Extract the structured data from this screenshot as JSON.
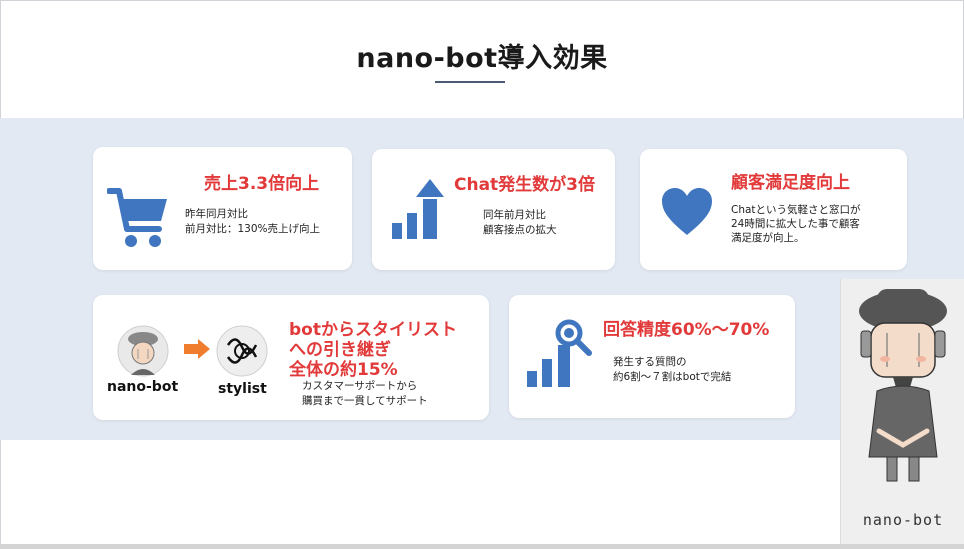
{
  "title": "nano-bot導入効果",
  "colors": {
    "accent_red": "#e23a3a",
    "icon_blue": "#3f76bf",
    "band": "#e2e9f2",
    "arrow_orange": "#ef7d2d"
  },
  "cards": [
    {
      "icon": "shopping-cart-icon",
      "heading": "売上3.3倍向上",
      "lines": [
        "昨年同月対比",
        "前月対比：130%売上げ向上"
      ]
    },
    {
      "icon": "bar-chart-arrow-up-icon",
      "heading": "Chat発生数が3倍",
      "lines": [
        "同年前月対比",
        "顧客接点の拡大"
      ]
    },
    {
      "icon": "heart-icon",
      "heading": "顧客満足度向上",
      "lines": [
        "Chatという気軽さと窓口が",
        "24時間に拡大した事で顧客",
        "満足度が向上。"
      ]
    },
    {
      "icon": "handoff-flow-icon",
      "from_label": "nano-bot",
      "to_label": "stylist",
      "heading_lines": [
        "botからスタイリスト",
        "への引き継ぎ",
        "全体の約15%"
      ],
      "lines": [
        "カスタマーサポートから",
        "購買まで一貫してサポート"
      ]
    },
    {
      "icon": "magnifier-chart-icon",
      "heading": "回答精度60%〜70%",
      "lines": [
        "発生する質問の",
        "約6割〜７割はbotで完結"
      ]
    }
  ],
  "mascot": {
    "label": "nano-bot"
  }
}
